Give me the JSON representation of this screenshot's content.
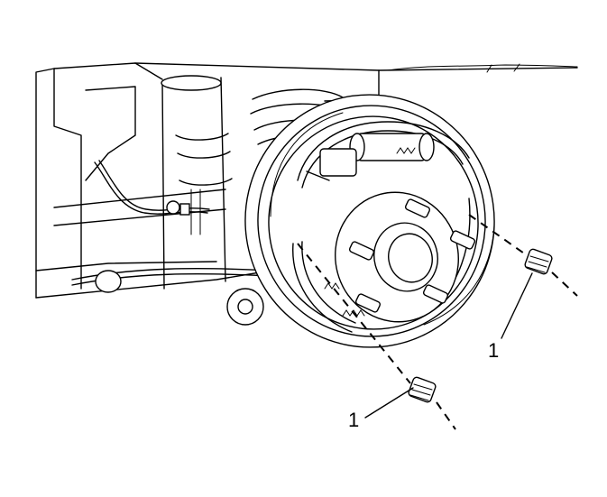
{
  "diagram": {
    "callouts": [
      {
        "id": "right",
        "label": "1"
      },
      {
        "id": "left",
        "label": "1"
      }
    ]
  }
}
